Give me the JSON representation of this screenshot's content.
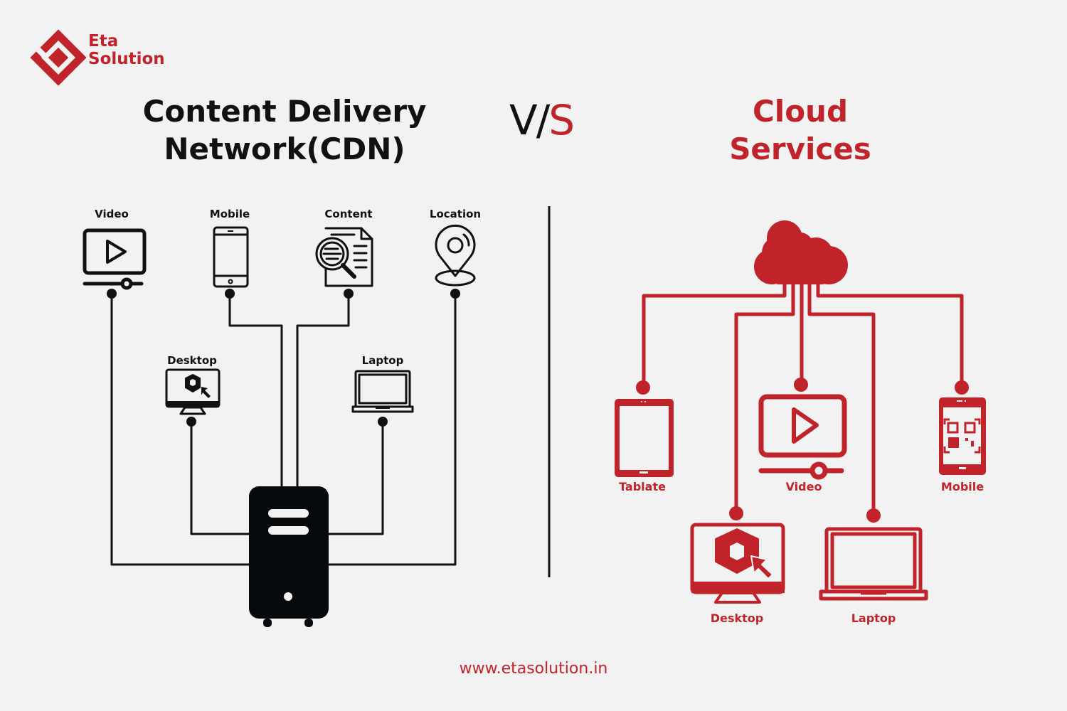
{
  "brand": {
    "name_line1": "Eta",
    "name_line2": "Solution",
    "color": "#c1232b"
  },
  "left_panel": {
    "title_line1": "Content Delivery",
    "title_line2": "Network(CDN)",
    "nodes": [
      {
        "label": "Video",
        "icon": "video-player-icon"
      },
      {
        "label": "Mobile",
        "icon": "smartphone-icon"
      },
      {
        "label": "Content",
        "icon": "document-search-icon"
      },
      {
        "label": "Location",
        "icon": "map-pin-icon"
      },
      {
        "label": "Desktop",
        "icon": "desktop-monitor-icon"
      },
      {
        "label": "Laptop",
        "icon": "laptop-icon"
      }
    ],
    "hub": {
      "icon": "server-icon"
    },
    "color": "#111111"
  },
  "versus": {
    "v": "V",
    "slash": "/",
    "s": "S"
  },
  "right_panel": {
    "title_line1": "Cloud",
    "title_line2": "Services",
    "hub": {
      "icon": "cloud-icon"
    },
    "nodes": [
      {
        "label": "Tablate",
        "icon": "tablet-icon"
      },
      {
        "label": "Video",
        "icon": "video-player-icon"
      },
      {
        "label": "Mobile",
        "icon": "qr-phone-icon"
      },
      {
        "label": "Desktop",
        "icon": "desktop-monitor-icon"
      },
      {
        "label": "Laptop",
        "icon": "laptop-icon"
      }
    ],
    "color": "#c1232b"
  },
  "footer": {
    "url": "www.etasolution.in"
  }
}
